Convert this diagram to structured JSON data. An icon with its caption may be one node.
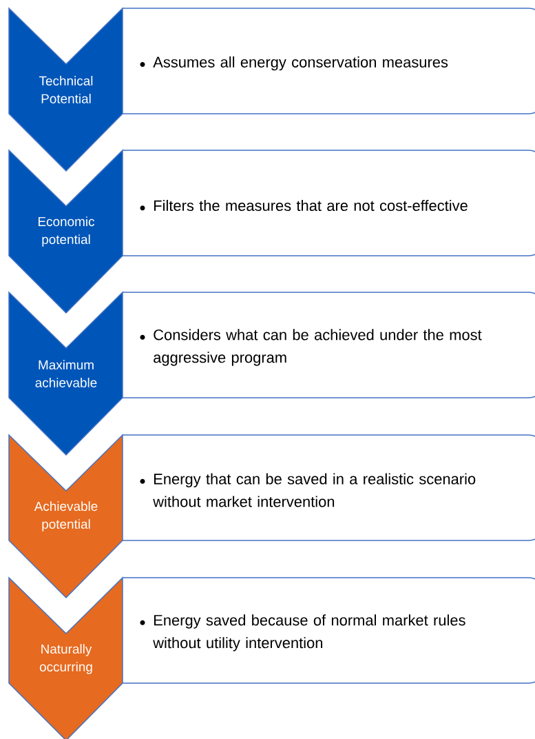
{
  "diagram": {
    "nodes": [
      {
        "text": [
          "Technical Potential"
        ]
      },
      {
        "text": [
          "Assumes all energy conservation measures"
        ]
      },
      {
        "text": [
          "Economic potential"
        ]
      },
      {
        "text": [
          "Filters the measures that are not cost-effective"
        ]
      },
      {
        "text": [
          "Maximum achievable"
        ]
      },
      {
        "text": [
          "Considers what can be achieved under the most aggressive program"
        ]
      },
      {
        "text": [
          "Achievable potential"
        ]
      },
      {
        "text": [
          "Energy that can be saved in a realistic scenario without market intervention"
        ]
      },
      {
        "text": [
          "Naturally occurring"
        ]
      },
      {
        "text": [
          "Energy saved because of normal market rules without utility intervention"
        ]
      }
    ]
  }
}
